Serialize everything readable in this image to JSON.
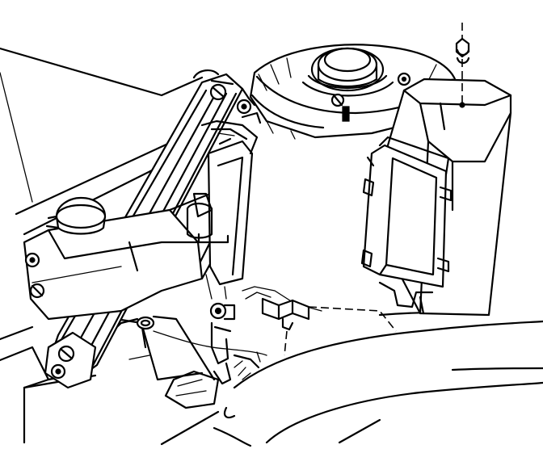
{
  "diagram": {
    "background": "#ffffff",
    "ink": "#000000",
    "parts": [
      {
        "name": "air-cleaner-housing"
      },
      {
        "name": "air-cleaner-lid"
      },
      {
        "name": "mounting-nut"
      },
      {
        "name": "strut-tower-brace"
      },
      {
        "name": "coolant-reservoir"
      },
      {
        "name": "reservoir-cap"
      },
      {
        "name": "mounting-clip"
      },
      {
        "name": "air-filter-element"
      }
    ]
  }
}
